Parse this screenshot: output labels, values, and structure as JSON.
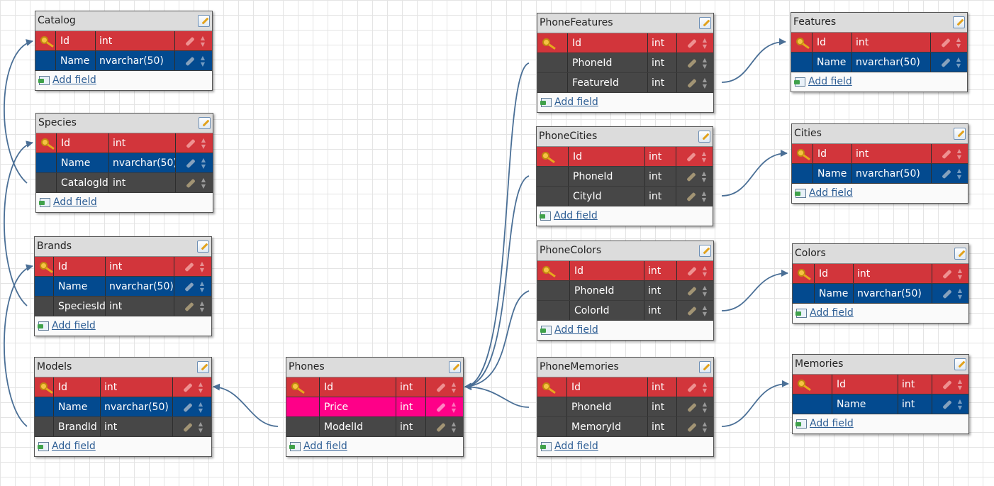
{
  "colors": {
    "primary_key_row": "#d2353b",
    "field_row": "#034a8f",
    "foreign_key_row": "#474747",
    "selected_row": "#fe0088",
    "header": "#dcdcdc",
    "link_line": "#4a6f96"
  },
  "add_field_label": "Add field",
  "tables": {
    "catalog": {
      "title": "Catalog",
      "fields": [
        {
          "name": "Id",
          "type": "int"
        },
        {
          "name": "Name",
          "type": "nvarchar(50)"
        }
      ]
    },
    "species": {
      "title": "Species",
      "fields": [
        {
          "name": "Id",
          "type": "int"
        },
        {
          "name": "Name",
          "type": "nvarchar(50)"
        },
        {
          "name": "CatalogId",
          "type": "int"
        }
      ]
    },
    "brands": {
      "title": "Brands",
      "fields": [
        {
          "name": "Id",
          "type": "int"
        },
        {
          "name": "Name",
          "type": "nvarchar(50)"
        },
        {
          "name": "SpeciesId",
          "type": "int"
        }
      ]
    },
    "models": {
      "title": "Models",
      "fields": [
        {
          "name": "Id",
          "type": "int"
        },
        {
          "name": "Name",
          "type": "nvarchar(50)"
        },
        {
          "name": "BrandId",
          "type": "int"
        }
      ]
    },
    "phones": {
      "title": "Phones",
      "fields": [
        {
          "name": "Id",
          "type": "int"
        },
        {
          "name": "Price",
          "type": "int"
        },
        {
          "name": "ModelId",
          "type": "int"
        }
      ]
    },
    "phone_features": {
      "title": "PhoneFeatures",
      "fields": [
        {
          "name": "Id",
          "type": "int"
        },
        {
          "name": "PhoneId",
          "type": "int"
        },
        {
          "name": "FeatureId",
          "type": "int"
        }
      ]
    },
    "phone_cities": {
      "title": "PhoneCities",
      "fields": [
        {
          "name": "Id",
          "type": "int"
        },
        {
          "name": "PhoneId",
          "type": "int"
        },
        {
          "name": "CityId",
          "type": "int"
        }
      ]
    },
    "phone_colors": {
      "title": "PhoneColors",
      "fields": [
        {
          "name": "Id",
          "type": "int"
        },
        {
          "name": "PhoneId",
          "type": "int"
        },
        {
          "name": "ColorId",
          "type": "int"
        }
      ]
    },
    "phone_memories": {
      "title": "PhoneMemories",
      "fields": [
        {
          "name": "Id",
          "type": "int"
        },
        {
          "name": "PhoneId",
          "type": "int"
        },
        {
          "name": "MemoryId",
          "type": "int"
        }
      ]
    },
    "features": {
      "title": "Features",
      "fields": [
        {
          "name": "Id",
          "type": "int"
        },
        {
          "name": "Name",
          "type": "nvarchar(50)"
        }
      ]
    },
    "cities": {
      "title": "Cities",
      "fields": [
        {
          "name": "Id",
          "type": "int"
        },
        {
          "name": "Name",
          "type": "nvarchar(50)"
        }
      ]
    },
    "colors": {
      "title": "Colors",
      "fields": [
        {
          "name": "Id",
          "type": "int"
        },
        {
          "name": "Name",
          "type": "nvarchar(50)"
        }
      ]
    },
    "memories": {
      "title": "Memories",
      "fields": [
        {
          "name": "Id",
          "type": "int"
        },
        {
          "name": "Name",
          "type": "int"
        }
      ]
    }
  }
}
